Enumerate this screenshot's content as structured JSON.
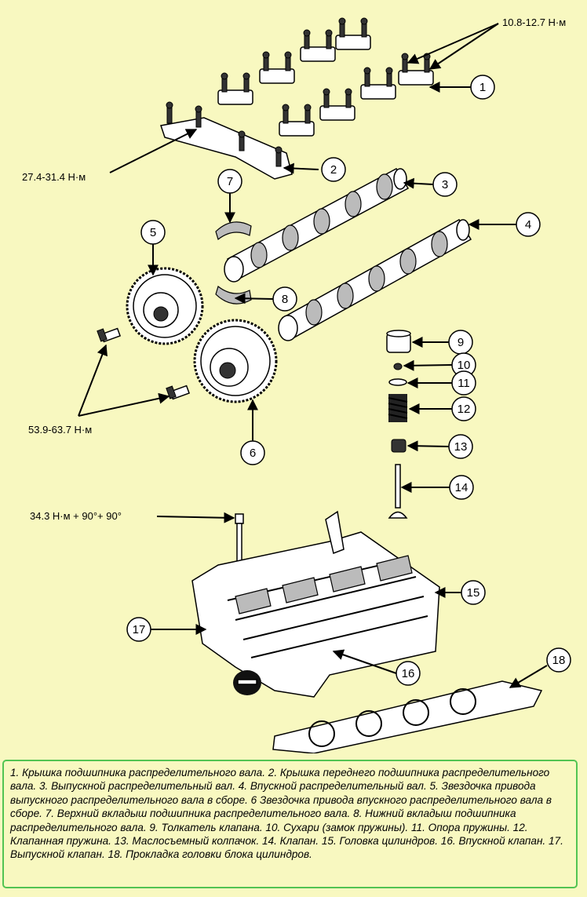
{
  "callouts": [
    "1",
    "2",
    "3",
    "4",
    "5",
    "6",
    "7",
    "8",
    "9",
    "10",
    "11",
    "12",
    "13",
    "14",
    "15",
    "16",
    "17",
    "18"
  ],
  "torques": {
    "cap_bolts": "10.8-12.7 Н·м",
    "front_cap_bolts": "27.4-31.4 Н·м",
    "sprocket_bolts": "53.9-63.7 Н·м",
    "head_bolts": "34.3 Н·м + 90°+ 90°"
  },
  "caption": "1. Крышка подшипника распределительного вала. 2. Крышка переднего подшипника распределительного вала. 3. Выпускной распределительный вал. 4. Впускной распределительный вал. 5. Звездочка привода выпускного распределительного вала в сборе. 6 Звездочка привода впускного распределительного вала в сборе. 7. Верхний вкладыш подшипника распределительного вала. 8. Нижний вкладыш подшипника распределительного вала. 9. Толкатель клапана. 10. Сухари (замок пружины). 11. Опора пружины. 12. Клапанная пружина. 13. Маслосъемный колпачок. 14. Клапан. 15. Головка цилиндров. 16. Впускной клапан. 17. Выпускной клапан. 18. Прокладка головки блока цилиндров."
}
